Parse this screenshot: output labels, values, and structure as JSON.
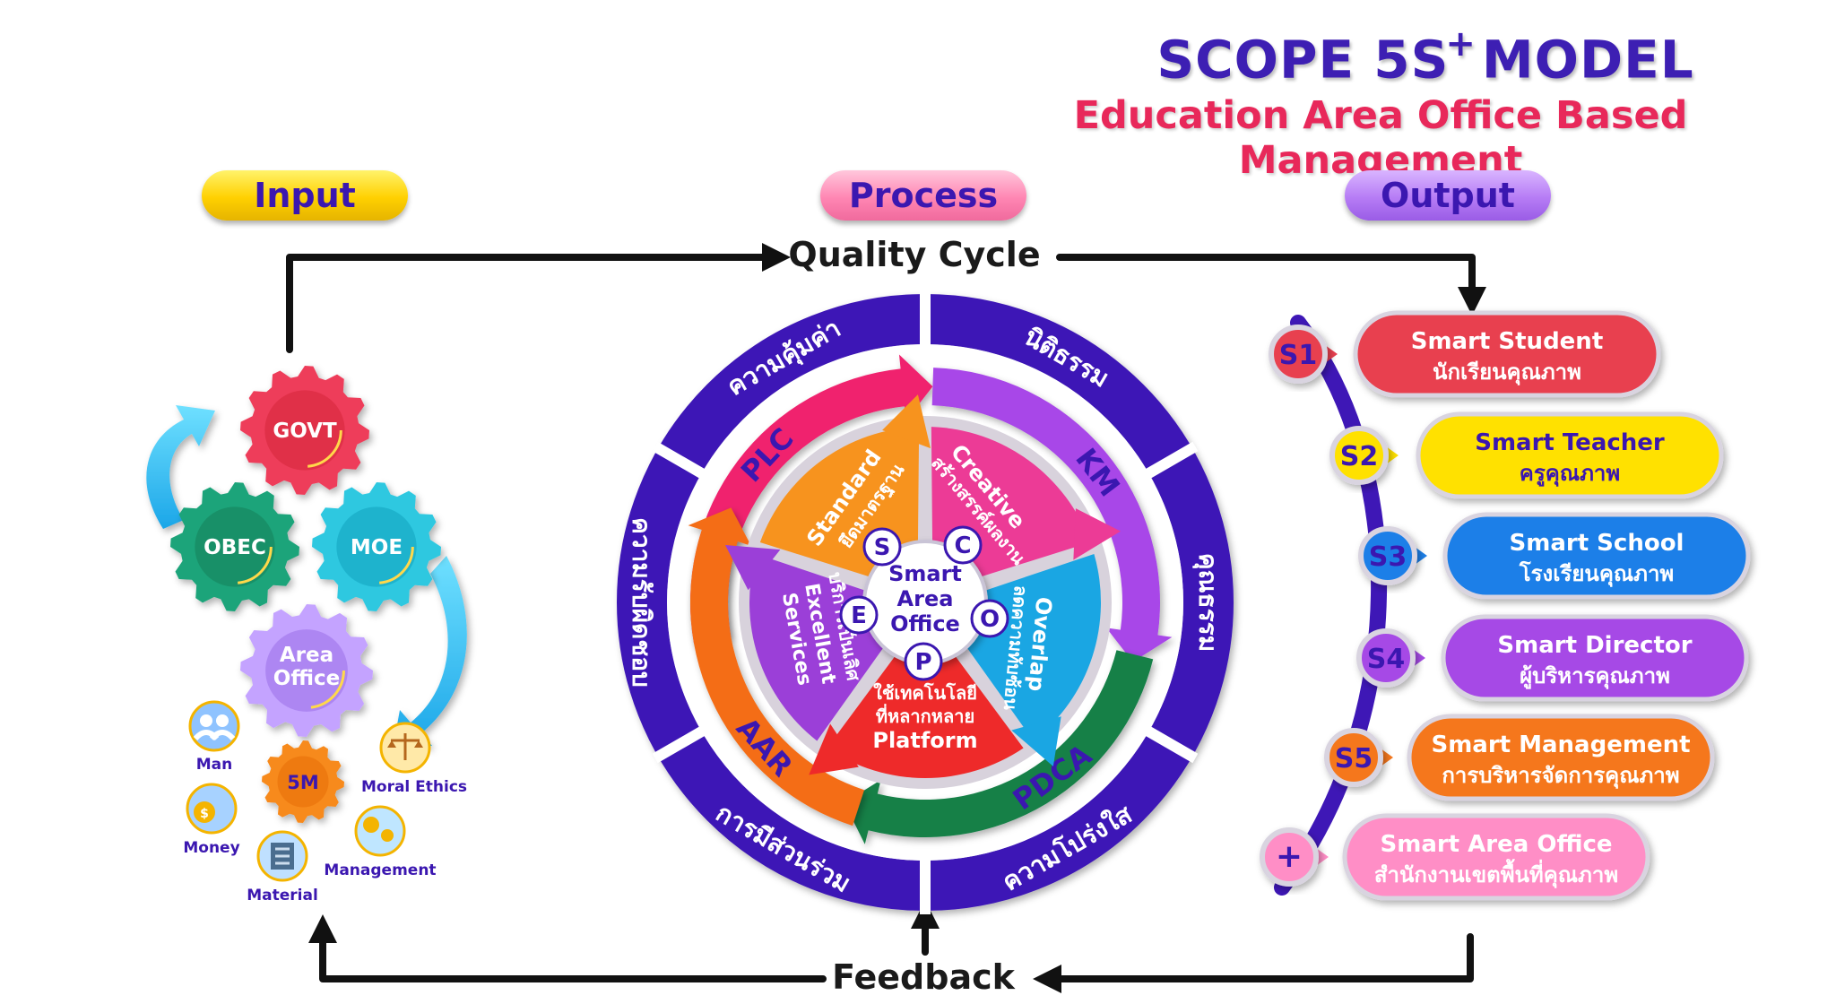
{
  "title": {
    "main": "SCOPE  5S",
    "sup": "+",
    "tail": "MODEL",
    "subtitle": "Education Area Office Based Management"
  },
  "headers": {
    "input": "Input",
    "process": "Process",
    "output": "Output"
  },
  "flow": {
    "top": "Quality Cycle",
    "bottom": "Feedback"
  },
  "input": {
    "gears": {
      "govt": "GOVT",
      "obec": "OBEC",
      "moe": "MOE",
      "area_line1": "Area",
      "area_line2": "Office",
      "fivem": "5M"
    },
    "resources": {
      "man": "Man",
      "money": "Money",
      "material": "Material",
      "management": "Management",
      "moral": "Moral Ethics"
    }
  },
  "process": {
    "ring": {
      "top_left": "ความคุ้มค่า",
      "top_right": "นิติธรรม",
      "right": "คุณธรรม",
      "bottom_right": "ความโปร่งใส",
      "bottom_left": "การมีส่วนร่วม",
      "left": "ความรับผิดชอบ"
    },
    "arrows": {
      "plc": "PLC",
      "km": "KM",
      "pdca": "PDCA",
      "aar": "AAR"
    },
    "petals": {
      "s_en": "Standard",
      "s_th": "ยึดมาตรฐาน",
      "c_en": "Creative",
      "c_th": "สร้างสรรค์ผลงาน",
      "o_en": "Overlap",
      "o_th": "ลดความทับซ้อน",
      "p_en": "Platform",
      "p_th1": "ใช้เทคโนโลยี",
      "p_th2": "ที่หลากหลาย",
      "e_en1": "Excellent",
      "e_en2": "Services",
      "e_th": "บริการเป็นเลิศ"
    },
    "letters": {
      "s": "S",
      "c": "C",
      "o": "O",
      "p": "P",
      "e": "E"
    },
    "center": {
      "l1": "Smart",
      "l2": "Area",
      "l3": "Office"
    }
  },
  "output": {
    "items": [
      {
        "badge": "S1",
        "en": "Smart Student",
        "th": "นักเรียนคุณภาพ",
        "color": "#e8404f",
        "badge_color": "#e8404f"
      },
      {
        "badge": "S2",
        "en": "Smart Teacher",
        "th": "ครูคุณภาพ",
        "color": "#ffe100",
        "badge_color": "#ffe100"
      },
      {
        "badge": "S3",
        "en": "Smart School",
        "th": "โรงเรียนคุณภาพ",
        "color": "#1e7fe8",
        "badge_color": "#1e7fe8"
      },
      {
        "badge": "S4",
        "en": "Smart Director",
        "th": "ผู้บริหารคุณภาพ",
        "color": "#a64ae6",
        "badge_color": "#a64ae6"
      },
      {
        "badge": "S5",
        "en": "Smart Management",
        "th": "การบริหารจัดการคุณภาพ",
        "color": "#f5771d",
        "badge_color": "#f5771d"
      },
      {
        "badge": "+",
        "en": "Smart Area Office",
        "th": "สำนักงานเขตพื้นที่คุณภาพ",
        "color": "#ff8ec6",
        "badge_color": "#ff8ec6"
      }
    ]
  },
  "colors": {
    "title": "#3d1fb3",
    "subtitle": "#e8285a",
    "ring": "#3e17b6",
    "plc": "#f0216e",
    "km": "#a846e8",
    "pdca": "#128047",
    "aar": "#f46d16"
  }
}
